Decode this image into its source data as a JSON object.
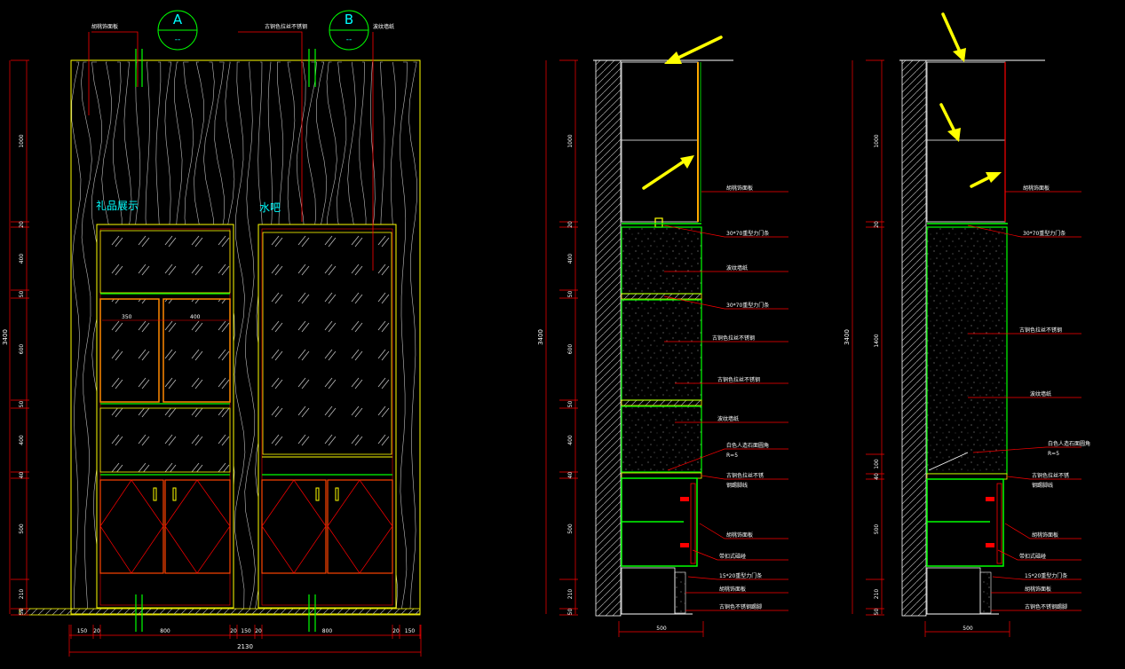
{
  "colors": {
    "background": "#000000",
    "outline": "#ffff00",
    "leader": "#ff0000",
    "panel": "#00ff00",
    "text_white": "#ffffff",
    "text_cyan": "#00ffff",
    "hatch": "#cccccc",
    "arrow": "#ffff00"
  },
  "elevation": {
    "section_markers": [
      {
        "letter": "A",
        "sub": "--"
      },
      {
        "letter": "B",
        "sub": "--"
      }
    ],
    "labels": {
      "gift_display": "礼品展示",
      "water_bar": "水吧"
    },
    "top_notes": [
      "胡桃饰面板",
      "古铜色拉丝不锈钢",
      "波纹墙纸"
    ],
    "inner_dims": [
      "350",
      "400"
    ],
    "left_dims": [
      "1000",
      "20",
      "400",
      "50",
      "600",
      "50",
      "400",
      "40",
      "500",
      "210",
      "50"
    ],
    "total_height": "3400",
    "bottom_dims": [
      "150",
      "20",
      "800",
      "20",
      "150",
      "20",
      "800",
      "20",
      "150"
    ],
    "total_width": "2130"
  },
  "section_a": {
    "left_dims": [
      "1000",
      "20",
      "400",
      "50",
      "600",
      "50",
      "400",
      "40",
      "500",
      "210",
      "50"
    ],
    "total_height": "3400",
    "notes": [
      "胡桃饰面板",
      "30*70重型力门条",
      "波纹墙纸",
      "30*70重型力门条",
      "古铜色拉丝不锈钢",
      "古铜色拉丝不锈钢",
      "波纹墙纸",
      "白色人造石面圆角",
      "R=5",
      "古铜色拉丝不锈",
      "钢踢脚线",
      "胡桃饰面板",
      "带扣式磁碰",
      "15*20重型力门条",
      "胡桃饰面板",
      "古铜色不锈钢踢脚"
    ],
    "bottom_dim": "500"
  },
  "section_b": {
    "left_dims": [
      "1000",
      "20",
      "1400",
      "100",
      "40",
      "500",
      "210",
      "50"
    ],
    "total_height": "3400",
    "notes": [
      "胡桃饰面板",
      "30*70重型力门条",
      "古铜色拉丝不锈钢",
      "波纹墙纸",
      "白色人造石面圆角",
      "R=5",
      "古铜色拉丝不锈",
      "钢踢脚线",
      "胡桃饰面板",
      "带扣式磁碰",
      "15*20重型力门条",
      "胡桃饰面板",
      "古铜色不锈钢踢脚"
    ],
    "bottom_dim": "500"
  }
}
